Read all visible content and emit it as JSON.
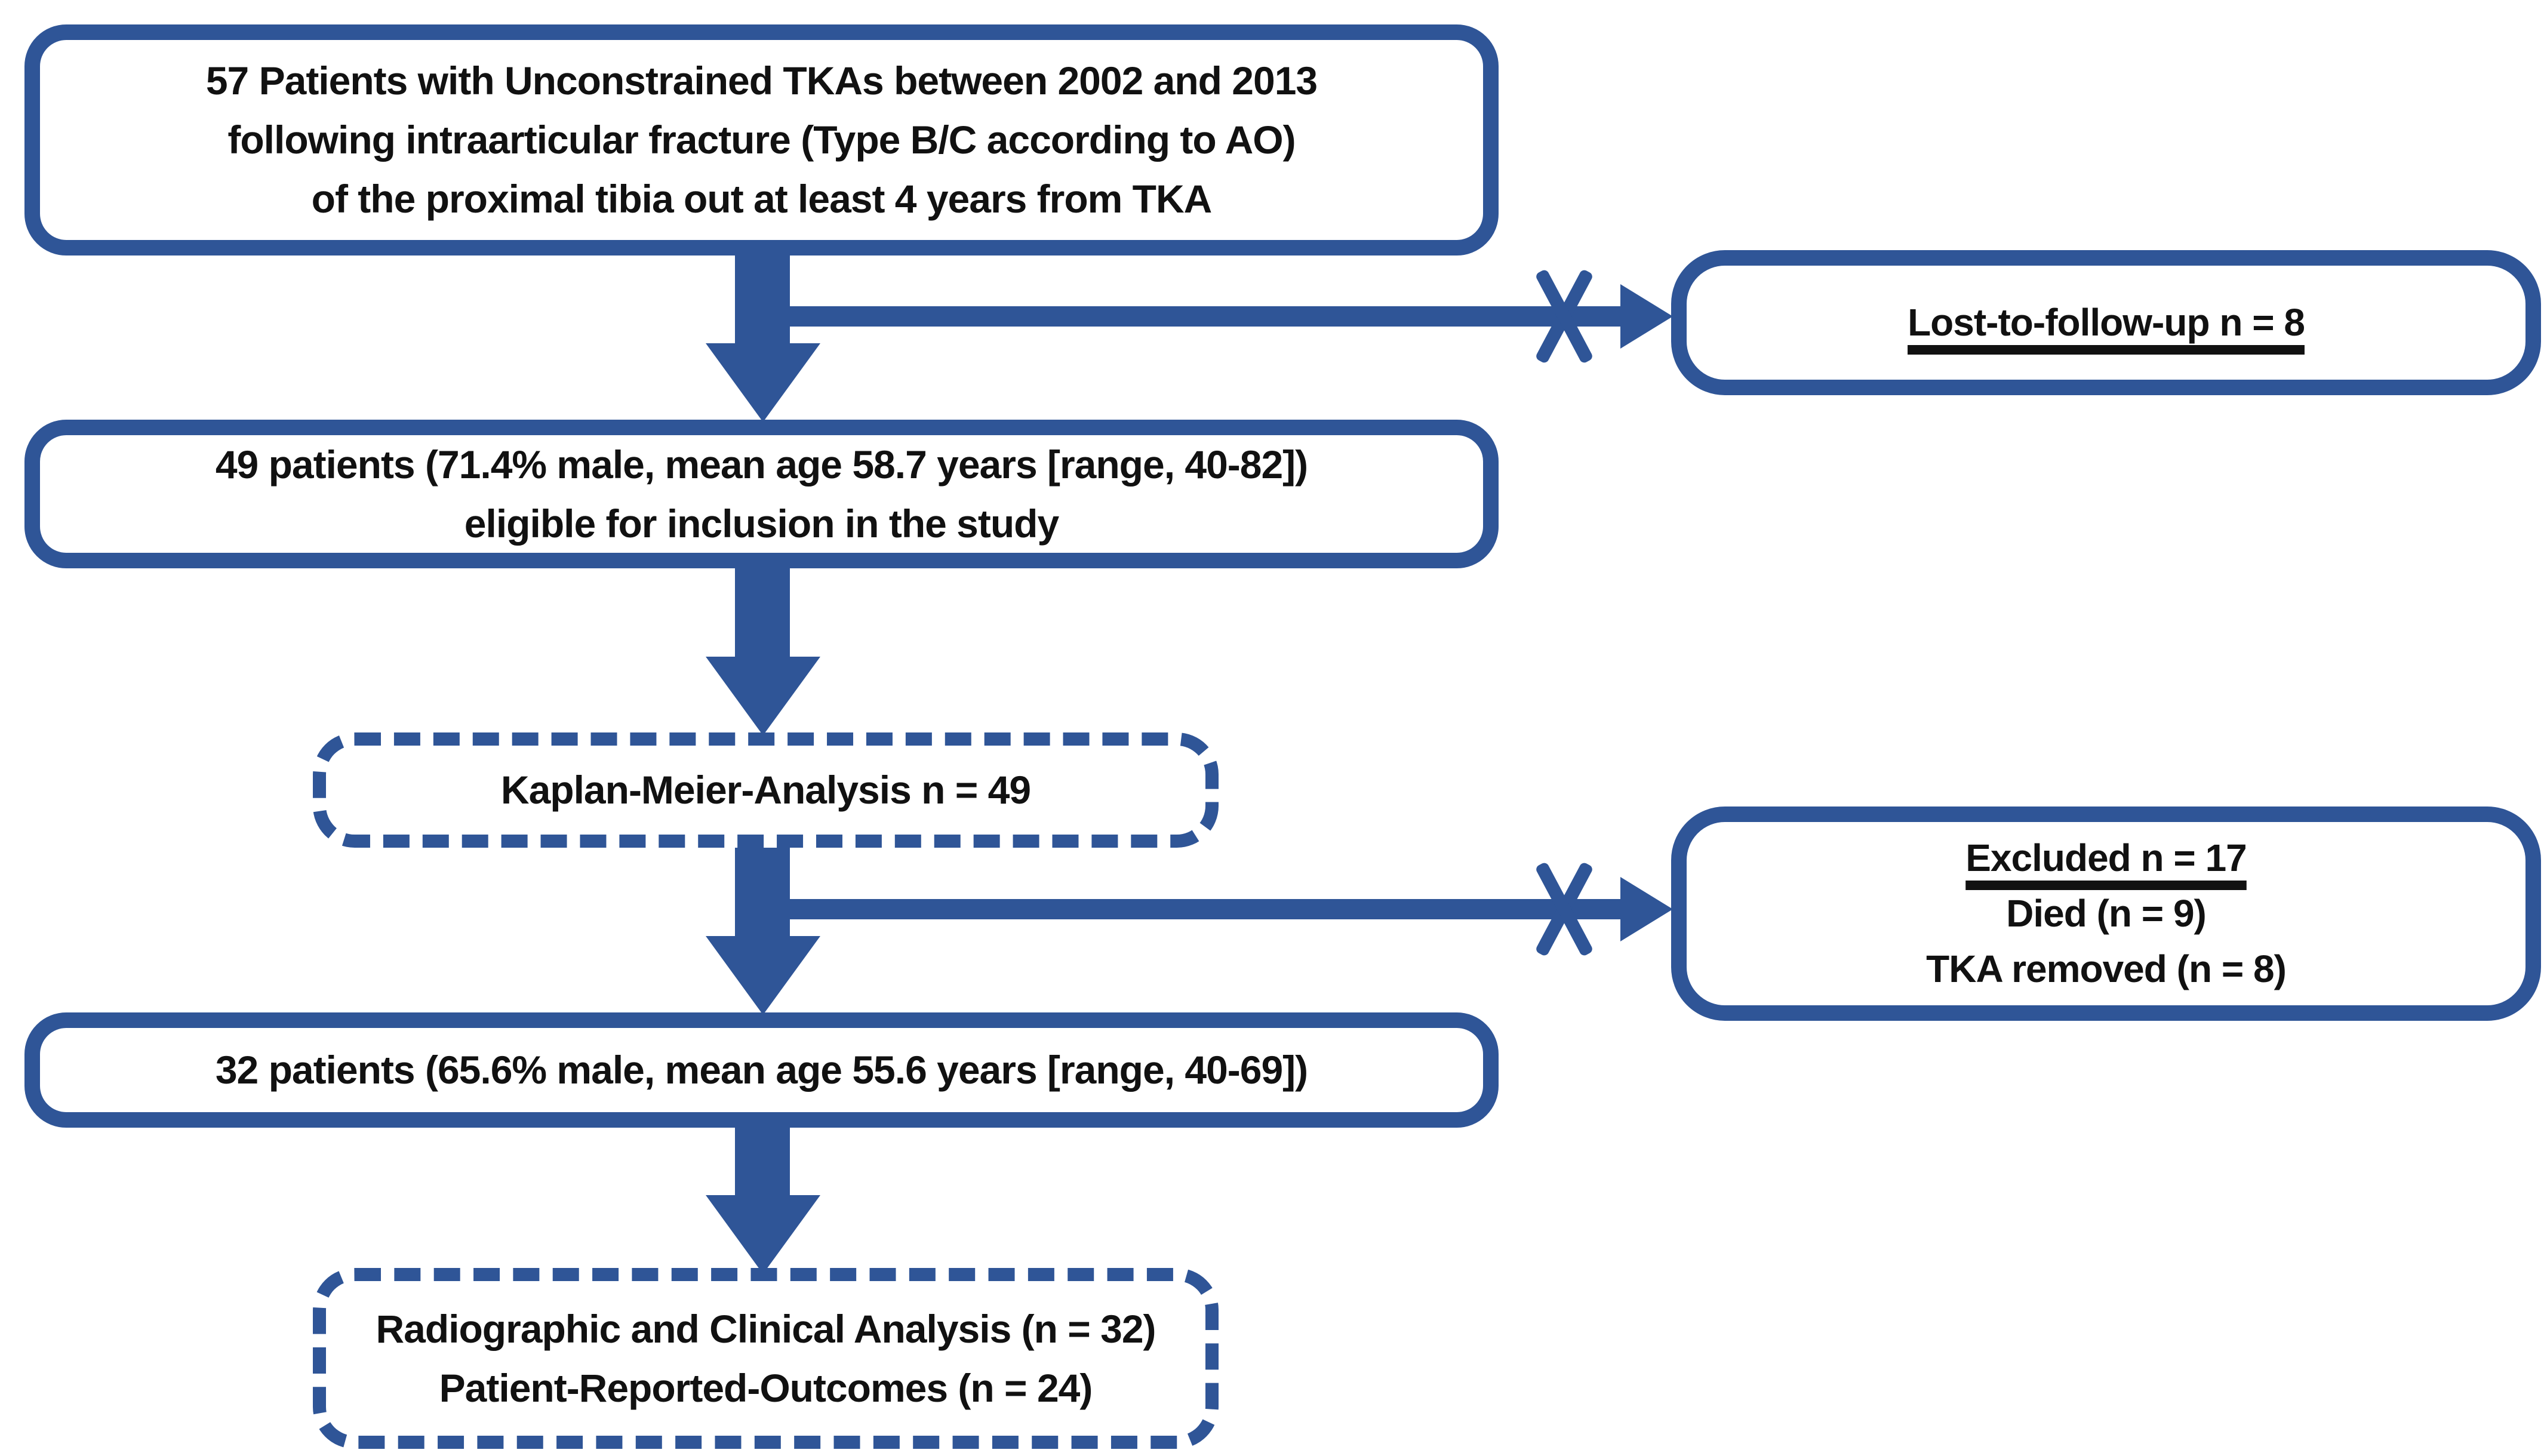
{
  "colors": {
    "accent": "#2F5597",
    "text": "#111111",
    "background": "#FFFFFF"
  },
  "diagram": {
    "box_initial": {
      "lines": [
        "57 Patients with Unconstrained TKAs between 2002 and 2013",
        "following intraarticular fracture (Type B/C according to AO)",
        "of the proximal tibia out at least 4 years from TKA"
      ]
    },
    "box_lost": {
      "lines": [
        "Lost-to-follow-up n = 8"
      ]
    },
    "box_eligible": {
      "lines": [
        "49 patients (71.4% male, mean age 58.7 years [range, 40-82])",
        "eligible for inclusion in the study"
      ]
    },
    "box_kaplan_meier": {
      "lines": [
        "Kaplan-Meier-Analysis n = 49"
      ]
    },
    "box_excluded": {
      "lines": [
        "Excluded n = 17",
        "Died (n = 9)",
        "TKA removed (n = 8)"
      ]
    },
    "box_final": {
      "lines": [
        "32 patients (65.6% male, mean age 55.6 years [range, 40-69])"
      ]
    },
    "box_outcomes": {
      "lines": [
        "Radiographic and Clinical Analysis (n = 32)",
        "Patient-Reported-Outcomes (n = 24)"
      ]
    }
  }
}
